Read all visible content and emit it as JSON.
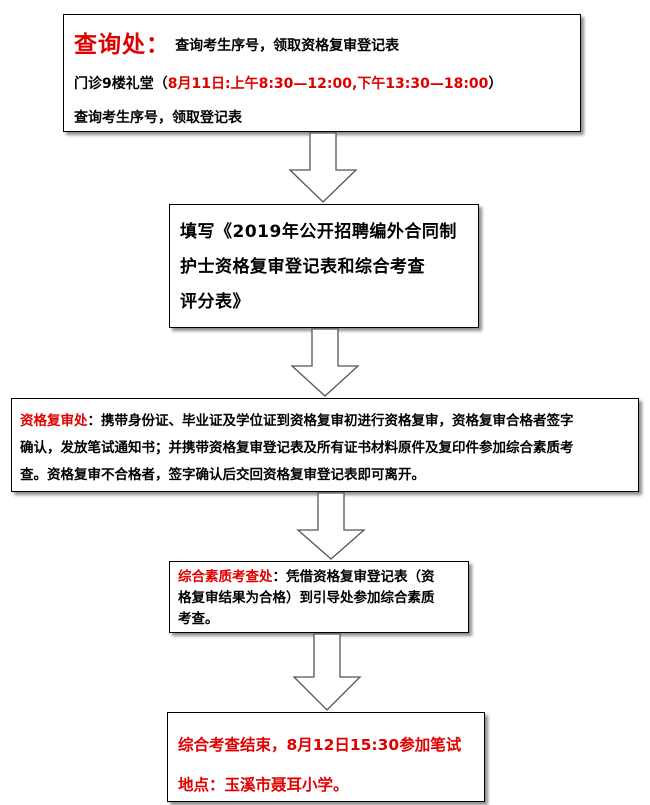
{
  "step1": {
    "heading": "查询处",
    "colon": "：",
    "line1": "查询考生序号，领取资格复审登记表",
    "line2_prefix": "门诊9楼礼堂（",
    "line2_red": "8月11日:上午8:30—12:00,下午13:30—18:00",
    "line2_suffix": "）",
    "line3": "查询考生序号，领取登记表"
  },
  "step2": {
    "line1": "填写《2019年公开招聘编外合同制",
    "line2": "护士资格复审登记表和综合考查",
    "line3": "评分表》"
  },
  "step3": {
    "heading": "资格复审处",
    "line1": "：携带身份证、毕业证及学位证到资格复审初进行资格复审，资格复审合格者签字",
    "line2": "确认，发放笔试通知书；并携带资格复审登记表及所有证书材料原件及复印件参加综合素质考",
    "line3": "查。资格复审不合格者，签字确认后交回资格复审登记表即可离开。"
  },
  "step4": {
    "heading": "综合素质考查处",
    "line1": "：凭借资格复审登记表（资",
    "line2": "格复审结果为合格）到引导处参加综合素质",
    "line3": "考查。"
  },
  "step5": {
    "line1": "综合考查结束，8月12日15:30参加笔试",
    "line2": "地点：玉溪市聂耳小学。"
  },
  "colors": {
    "accent_red": "#e00000",
    "border": "#000000"
  }
}
